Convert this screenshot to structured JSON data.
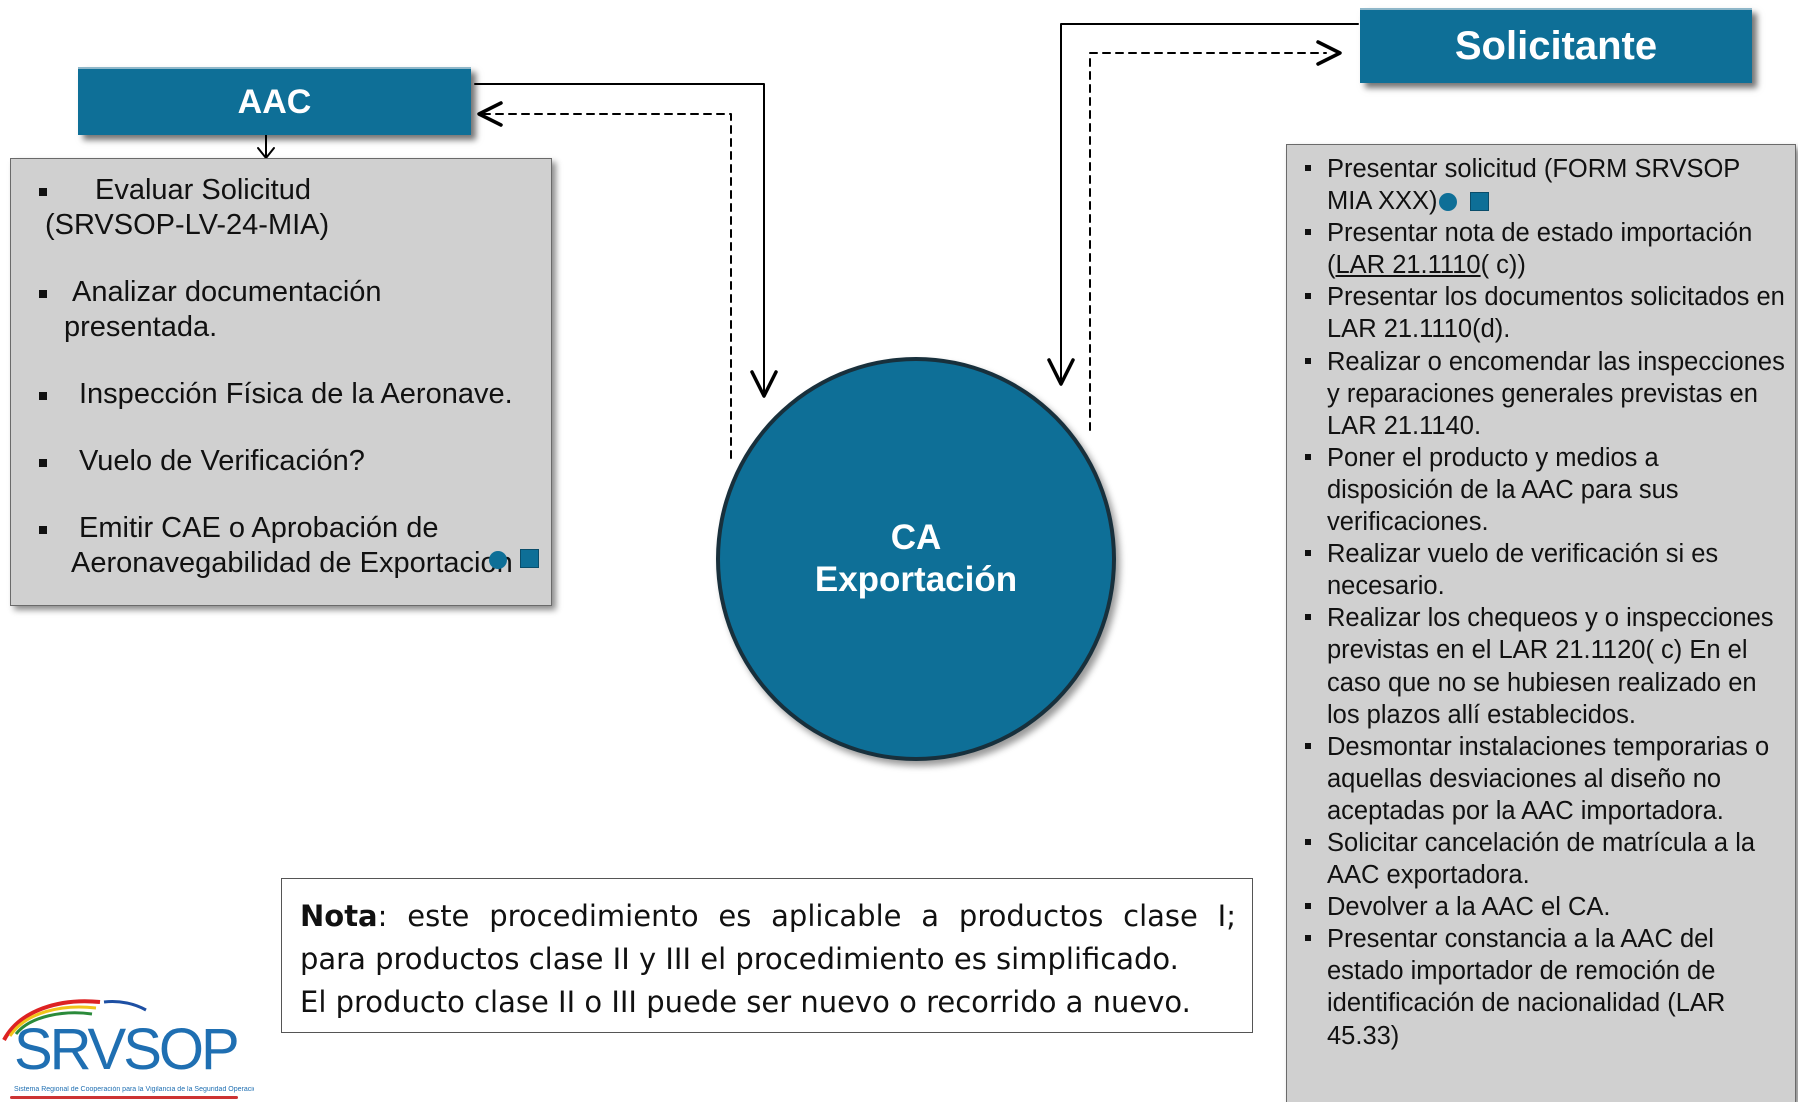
{
  "aac_header": "AAC",
  "solicitante_header": "Solicitante",
  "circle": {
    "line1": "CA",
    "line2": "Exportación"
  },
  "aac_items": [
    {
      "line1": "Evaluar Solicitud",
      "line2": "(SRVSOP-LV-24-MIA)"
    },
    {
      "line1": "Analizar documentación",
      "line2": "presentada."
    },
    {
      "line1": "Inspección Física de la Aeronave.",
      "line2": ""
    },
    {
      "line1": "Vuelo de Verificación?",
      "line2": ""
    },
    {
      "line1": "Emitir CAE o Aprobación de",
      "line2": "Aeronavegabilidad de Exportacion"
    }
  ],
  "solicitante_items": [
    "Presentar solicitud (FORM SRVSOP MIA XXX)",
    "Presentar nota de estado importación",
    "Presentar los documentos solicitados en LAR 21.1110(d).",
    "Realizar o encomendar las inspecciones y reparaciones generales previstas en LAR 21.1140.",
    "Poner el producto y medios a disposición de la AAC para sus verificaciones.",
    "Realizar vuelo de verificación si es necesario.",
    "Realizar los chequeos y o inspecciones previstas en el LAR 21.1120( c) En el caso que no se hubiesen realizado en los plazos allí establecidos.",
    "Desmontar instalaciones temporarias o aquellas desviaciones al diseño no aceptadas por la AAC importadora.",
    "Solicitar cancelación de matrícula a la AAC exportadora.",
    "Devolver a la AAC el CA.",
    "Presentar constancia a la AAC del estado importador de remoción de identificación de nacionalidad (LAR 45.33)"
  ],
  "solicitante_item2_ref": "LAR 21.1110",
  "solicitante_item2_tail": "( c))",
  "note": {
    "label": "Nota",
    "line1": ": este procedimiento es aplicable a productos clase I;",
    "line2": "para productos clase II y III el procedimiento es simplificado.",
    "line3": "El producto clase II o III puede ser nuevo o recorrido a nuevo."
  },
  "logo": {
    "text": "SRVSOP",
    "subtitle": "Sistema Regional de Cooperación para la Vigilancia de la Seguridad Operacional"
  },
  "colors": {
    "primary": "#0e6f97",
    "panel": "#d0d0d0"
  }
}
